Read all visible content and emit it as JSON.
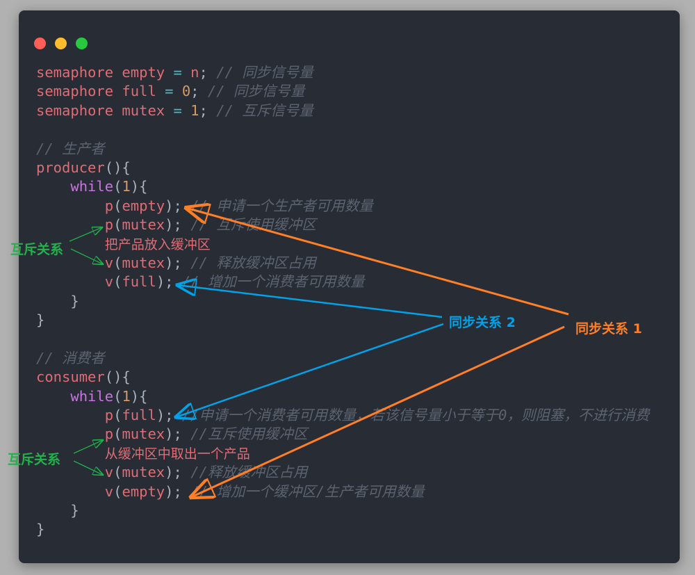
{
  "window": {
    "controls": [
      {
        "name": "close",
        "color": "#ff5f56"
      },
      {
        "name": "minimize",
        "color": "#ffbd2e"
      },
      {
        "name": "maximize",
        "color": "#27c93f"
      }
    ]
  },
  "code_lines": [
    [
      [
        "kw",
        "semaphore empty "
      ],
      [
        "op",
        "="
      ],
      [
        "kw",
        " n"
      ],
      [
        "pu",
        "; "
      ],
      [
        "cm",
        "// 同步信号量"
      ]
    ],
    [
      [
        "kw",
        "semaphore full "
      ],
      [
        "op",
        "="
      ],
      [
        "num",
        " 0"
      ],
      [
        "pu",
        "; "
      ],
      [
        "cm",
        "// 同步信号量"
      ]
    ],
    [
      [
        "kw",
        "semaphore mutex "
      ],
      [
        "op",
        "="
      ],
      [
        "num",
        " 1"
      ],
      [
        "pu",
        "; "
      ],
      [
        "cm",
        "// 互斥信号量"
      ]
    ],
    [],
    [
      [
        "cm",
        "// 生产者"
      ]
    ],
    [
      [
        "kw",
        "producer"
      ],
      [
        "pu",
        "(){"
      ]
    ],
    [
      [
        "pu",
        "    "
      ],
      [
        "wh",
        "while"
      ],
      [
        "pu",
        "("
      ],
      [
        "num",
        "1"
      ],
      [
        "pu",
        "){"
      ]
    ],
    [
      [
        "pu",
        "        "
      ],
      [
        "kw",
        "p"
      ],
      [
        "pu",
        "("
      ],
      [
        "kw",
        "empty"
      ],
      [
        "pu",
        "); "
      ],
      [
        "cm",
        "// 申请一个生产者可用数量"
      ]
    ],
    [
      [
        "pu",
        "        "
      ],
      [
        "kw",
        "p"
      ],
      [
        "pu",
        "("
      ],
      [
        "kw",
        "mutex"
      ],
      [
        "pu",
        "); "
      ],
      [
        "cm",
        "// 互斥使用缓冲区"
      ]
    ],
    [
      [
        "pu",
        "        "
      ],
      [
        "cn",
        "把产品放入缓冲区"
      ]
    ],
    [
      [
        "pu",
        "        "
      ],
      [
        "kw",
        "v"
      ],
      [
        "pu",
        "("
      ],
      [
        "kw",
        "mutex"
      ],
      [
        "pu",
        "); "
      ],
      [
        "cm",
        "// 释放缓冲区占用"
      ]
    ],
    [
      [
        "pu",
        "        "
      ],
      [
        "kw",
        "v"
      ],
      [
        "pu",
        "("
      ],
      [
        "kw",
        "full"
      ],
      [
        "pu",
        "); "
      ],
      [
        "cm",
        "// 增加一个消费者可用数量"
      ]
    ],
    [
      [
        "pu",
        "    }"
      ]
    ],
    [
      [
        "pu",
        "}"
      ]
    ],
    [],
    [
      [
        "cm",
        "// 消费者"
      ]
    ],
    [
      [
        "kw",
        "consumer"
      ],
      [
        "pu",
        "(){"
      ]
    ],
    [
      [
        "pu",
        "    "
      ],
      [
        "wh",
        "while"
      ],
      [
        "pu",
        "("
      ],
      [
        "num",
        "1"
      ],
      [
        "pu",
        "){"
      ]
    ],
    [
      [
        "pu",
        "        "
      ],
      [
        "kw",
        "p"
      ],
      [
        "pu",
        "("
      ],
      [
        "kw",
        "full"
      ],
      [
        "pu",
        "); "
      ],
      [
        "cm",
        "//申请一个消费者可用数量，若该信号量小于等于0，则阻塞，不进行消费"
      ]
    ],
    [
      [
        "pu",
        "        "
      ],
      [
        "kw",
        "p"
      ],
      [
        "pu",
        "("
      ],
      [
        "kw",
        "mutex"
      ],
      [
        "pu",
        "); "
      ],
      [
        "cm",
        "//互斥使用缓冲区"
      ]
    ],
    [
      [
        "pu",
        "        "
      ],
      [
        "cn",
        "从缓冲区中取出一个产品"
      ]
    ],
    [
      [
        "pu",
        "        "
      ],
      [
        "kw",
        "v"
      ],
      [
        "pu",
        "("
      ],
      [
        "kw",
        "mutex"
      ],
      [
        "pu",
        "); "
      ],
      [
        "cm",
        "//释放缓冲区占用"
      ]
    ],
    [
      [
        "pu",
        "        "
      ],
      [
        "kw",
        "v"
      ],
      [
        "pu",
        "("
      ],
      [
        "kw",
        "empty"
      ],
      [
        "pu",
        "); "
      ],
      [
        "cm",
        "// 增加一个缓冲区/生产者可用数量"
      ]
    ],
    [
      [
        "pu",
        "    }"
      ]
    ],
    [
      [
        "pu",
        "}"
      ]
    ]
  ],
  "annotations": {
    "mutex_1": "互斥关系",
    "mutex_2": "互斥关系",
    "sync_1": "同步关系 1",
    "sync_2": "同步关系 2",
    "colors": {
      "mutex": "#22b14c",
      "sync_1": "#ff7f27",
      "sync_2": "#00a2e8"
    }
  }
}
